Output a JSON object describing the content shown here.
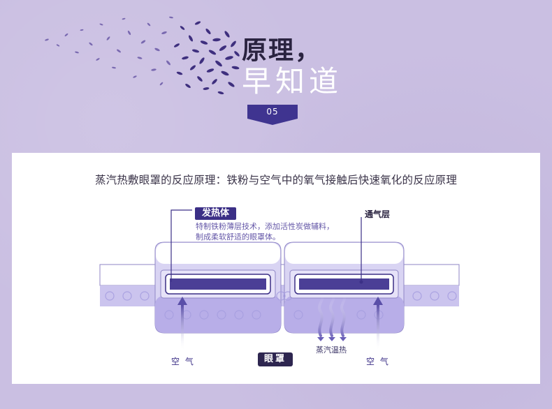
{
  "header": {
    "title_main": "原理，",
    "title_sub": "早知道",
    "section_number": "05"
  },
  "panel": {
    "headline": "蒸汽热敷眼罩的反应原理：铁粉与空气中的氧气接触后快速氧化的反应原理",
    "labels": {
      "heating_body": "发热体",
      "heating_desc_line1": "特制铁粉薄层技术，添加活性炭做辅料，",
      "heating_desc_line2": "制成柔软舒适的眼罩体。",
      "vent_layer": "通气层",
      "steam_heat": "蒸汽温热",
      "air_left": "空 气",
      "air_right": "空 气",
      "eye_mask": "眼罩"
    }
  },
  "colors": {
    "background": "#cabfe2",
    "accent_dark": "#3b2f86",
    "heater_bar": "#4b3f96",
    "mask_fill": "#b9b0e6",
    "mask_band": "#e6e1f6"
  }
}
